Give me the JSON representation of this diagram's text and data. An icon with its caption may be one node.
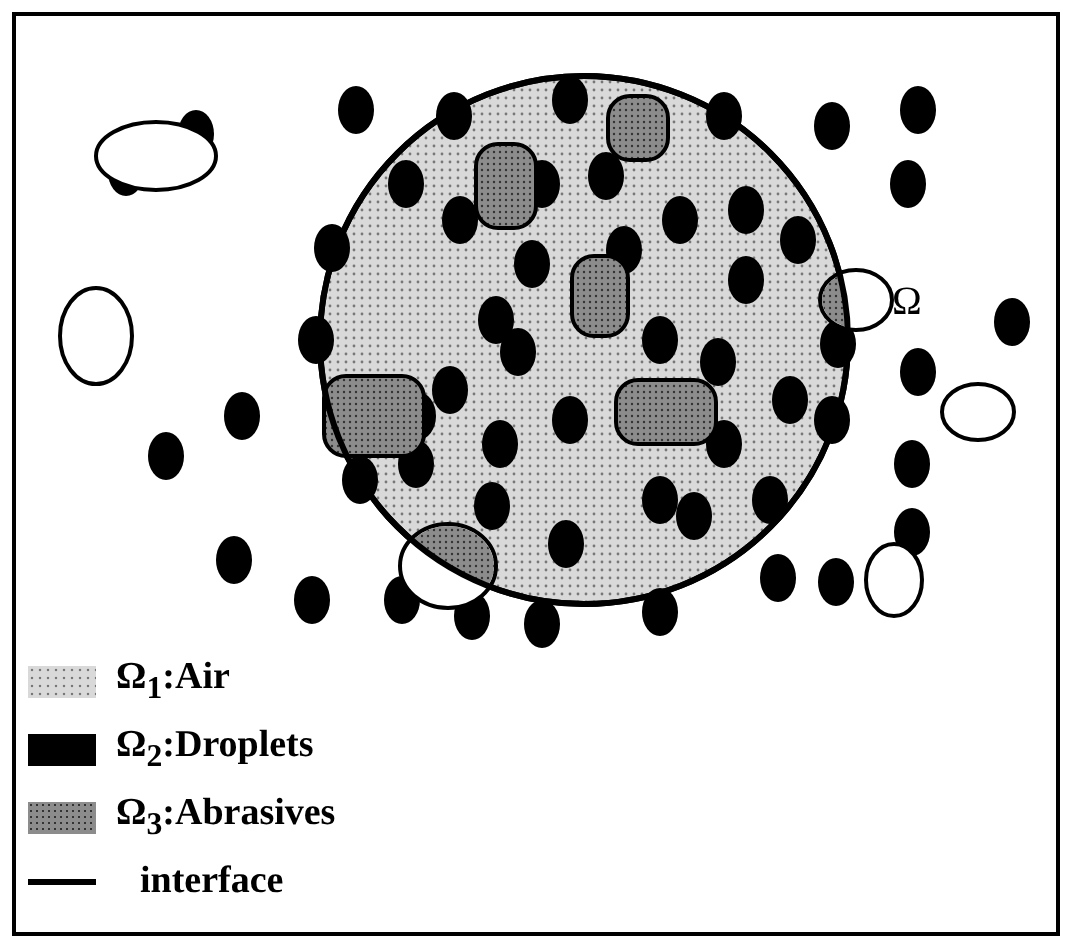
{
  "diagram": {
    "labels": [
      "Ω"
    ],
    "legend": [
      {
        "text": "Ω$_{1}$:Air",
        "color": "#d9d9d9"
      },
      {
        "text": "Ω$_{2}$:Droplets",
        "color": "#000000"
      },
      {
        "text": "Ω$_{3}$:Abrasives",
        "color": "#8c8c8c"
      },
      {
        "text": "interface"
      }
    ]
  }
}
